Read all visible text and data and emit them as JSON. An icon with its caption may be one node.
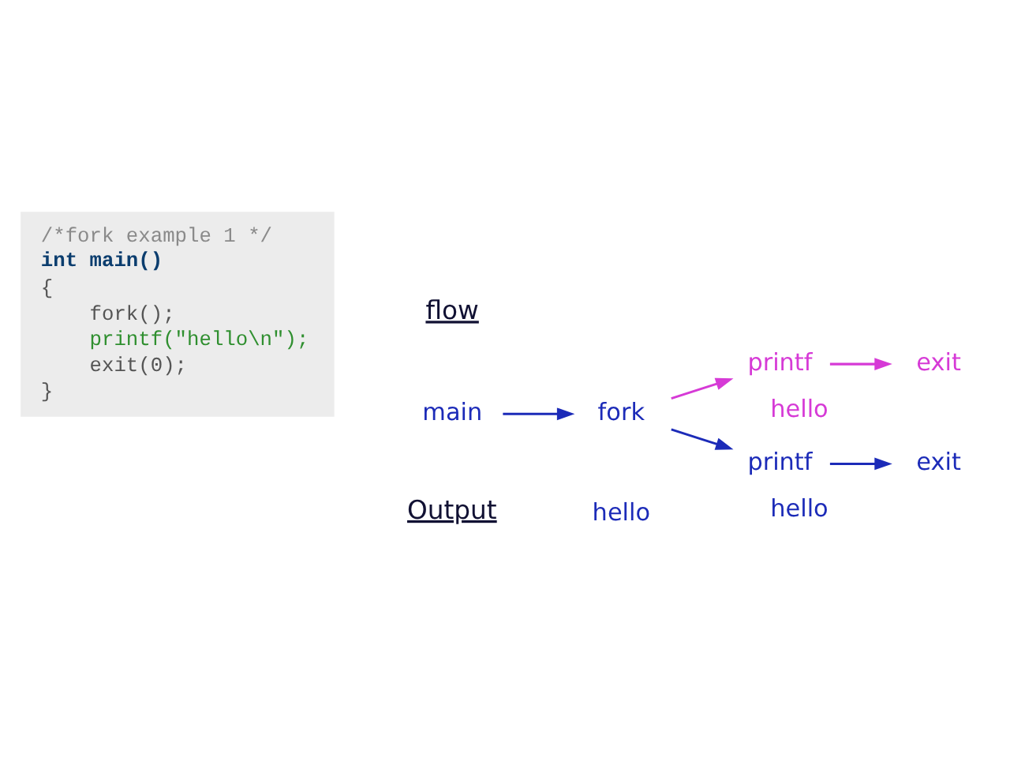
{
  "diagram": {
    "nodes": [
      {
        "text": [
          "/*fork example 1 */",
          "int main()",
          "{",
          "fork();",
          "printf(\"hello\\n\");",
          "exit(0);",
          "}"
        ]
      },
      {
        "text": [
          "main"
        ]
      },
      {
        "text": [
          "fork"
        ]
      },
      {
        "text": [
          "printf"
        ],
        "beside": [
          "hello"
        ]
      },
      {
        "text": [
          "exit"
        ]
      },
      {
        "text": [
          "printf"
        ],
        "beside": [
          "hello"
        ]
      },
      {
        "text": [
          "exit"
        ]
      }
    ],
    "edges": [
      {
        "from": 1,
        "to": 2,
        "arrow": "to"
      },
      {
        "from": 2,
        "to": 3,
        "arrow": "to"
      },
      {
        "from": 3,
        "to": 4,
        "arrow": "to"
      },
      {
        "from": 2,
        "to": 5,
        "arrow": "to",
        "color": "#d63ad6"
      },
      {
        "from": 5,
        "to": 6,
        "arrow": "to",
        "color": "#d63ad6"
      }
    ],
    "labels": [
      "flow",
      "Output",
      "hello"
    ]
  }
}
